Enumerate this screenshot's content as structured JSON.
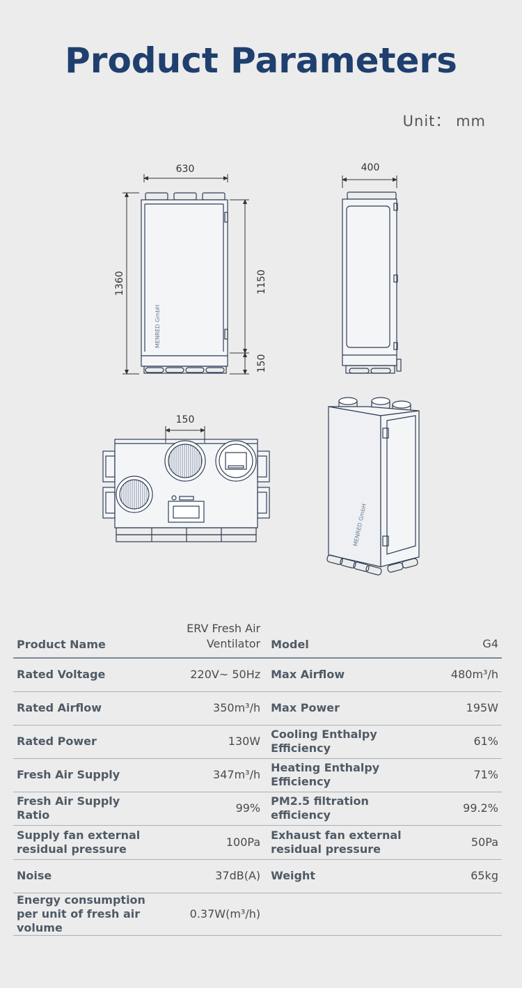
{
  "header": {
    "title": "Product Parameters",
    "unit": "Unit：  mm"
  },
  "drawings": {
    "front": {
      "width": "630",
      "height": "1360",
      "body_height": "1150",
      "base_height": "150",
      "brand": "MENRED GmbH"
    },
    "side": {
      "depth": "400"
    },
    "top": {
      "duct": "150"
    },
    "perspective": {
      "brand": "MENRED GmbH"
    }
  },
  "table": {
    "rows": [
      {
        "l1": "Product Name",
        "v1": "ERV Fresh Air Ventilator",
        "l2": "Model",
        "v2": "G4"
      },
      {
        "l1": "Rated Voltage",
        "v1": "220V~ 50Hz",
        "l2": "Max Airflow",
        "v2": "480m³/h"
      },
      {
        "l1": "Rated Airflow",
        "v1": "350m³/h",
        "l2": "Max Power",
        "v2": "195W"
      },
      {
        "l1": "Rated Power",
        "v1": "130W",
        "l2": "Cooling Enthalpy Efficiency",
        "v2": "61%"
      },
      {
        "l1": "Fresh Air Supply",
        "v1": "347m³/h",
        "l2": "Heating Enthalpy Efficiency",
        "v2": "71%"
      },
      {
        "l1": "Fresh Air Supply Ratio",
        "v1": "99%",
        "l2": "PM2.5 filtration efficiency",
        "v2": "99.2%"
      },
      {
        "l1": "Supply fan external residual pressure",
        "v1": "100Pa",
        "l2": "Exhaust fan external residual pressure",
        "v2": "50Pa"
      },
      {
        "l1": "Noise",
        "v1": "37dB(A)",
        "l2": "Weight",
        "v2": "65kg"
      },
      {
        "l1": "Energy consumption per unit of fresh air volume",
        "v1": "0.37W(m³/h)",
        "l2": "",
        "v2": ""
      }
    ]
  }
}
